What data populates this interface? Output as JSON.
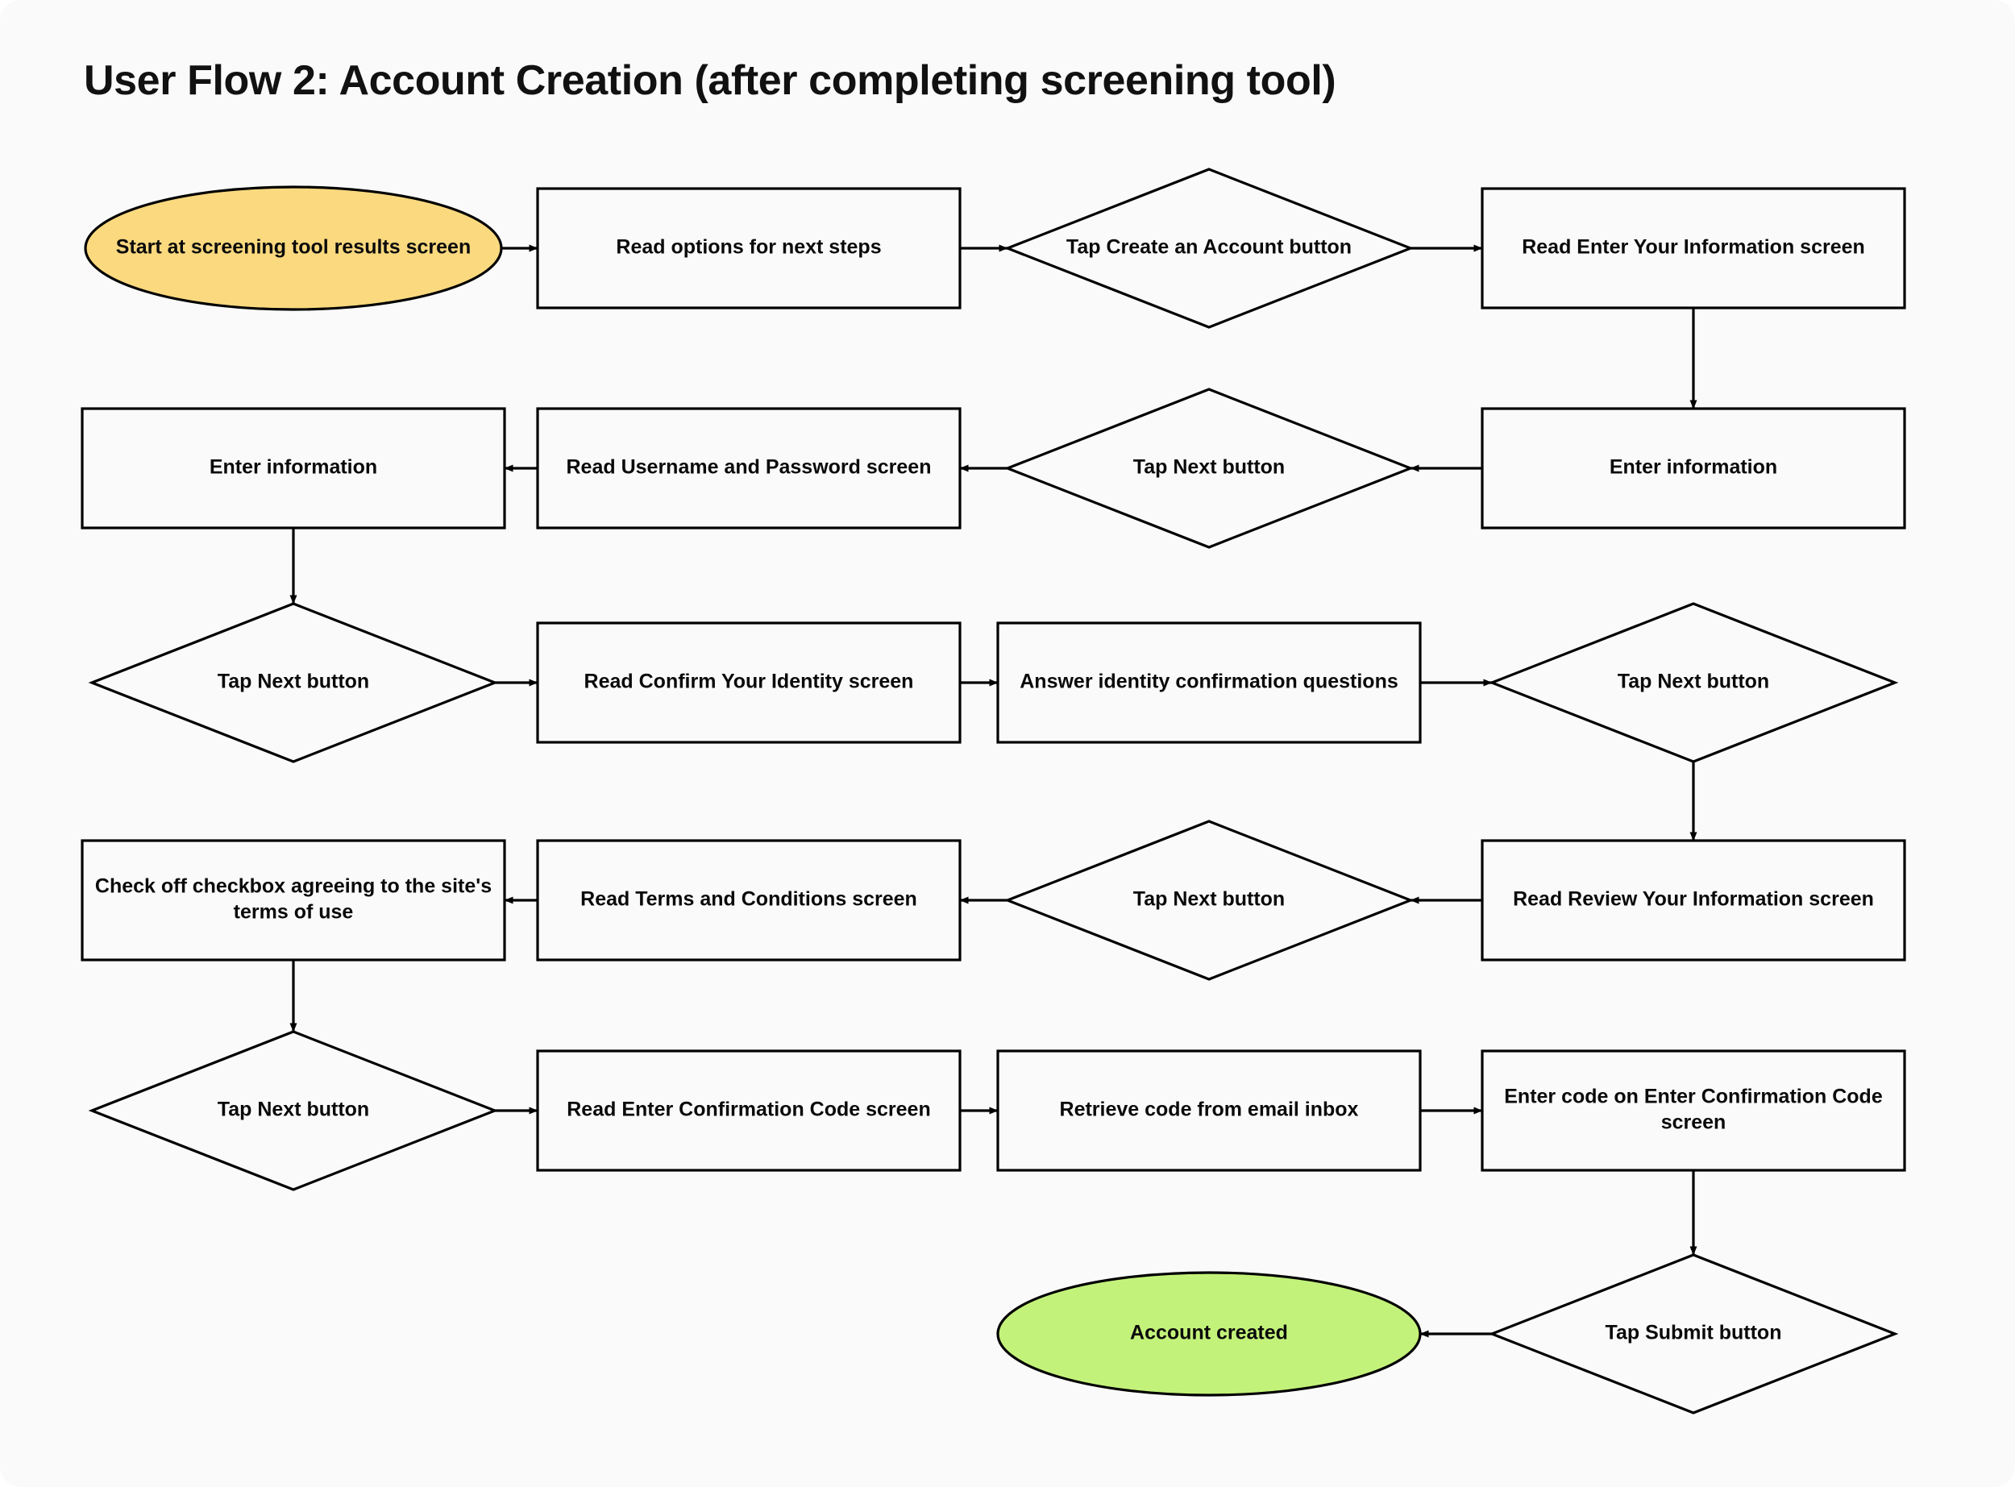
{
  "page": {
    "title": "User Flow 2: Account Creation (after completing screening tool)",
    "background_color": "#fafafa",
    "page_background_color": "#ffffff"
  },
  "colors": {
    "start_fill": "#fad97f",
    "end_fill": "#c3f27a",
    "node_fill": "#fafafa",
    "stroke": "#000000",
    "text": "#0a0a0a"
  },
  "chart_data": {
    "type": "diagram",
    "diagram_type": "flowchart",
    "title": "User Flow 2: Account Creation (after completing screening tool)",
    "direction": "boustrophedon (left-to-right, then right-to-left)",
    "node_shapes": {
      "terminator": "ellipse",
      "process": "rectangle",
      "decision": "diamond"
    },
    "nodes": [
      {
        "id": "n1",
        "label": "Start at screening tool results screen",
        "shape": "terminator",
        "fill": "#fad97f",
        "row": 1,
        "col": 1
      },
      {
        "id": "n2",
        "label": "Read options for next steps",
        "shape": "process",
        "fill": "#fafafa",
        "row": 1,
        "col": 2
      },
      {
        "id": "n3",
        "label": "Tap Create an Account button",
        "shape": "decision",
        "fill": "#fafafa",
        "row": 1,
        "col": 3
      },
      {
        "id": "n4",
        "label": "Read Enter Your Information screen",
        "shape": "process",
        "fill": "#fafafa",
        "row": 1,
        "col": 4
      },
      {
        "id": "n5",
        "label": "Enter information",
        "shape": "process",
        "fill": "#fafafa",
        "row": 2,
        "col": 4
      },
      {
        "id": "n6",
        "label": "Tap Next button",
        "shape": "decision",
        "fill": "#fafafa",
        "row": 2,
        "col": 3
      },
      {
        "id": "n7",
        "label": "Read Username and Password screen",
        "shape": "process",
        "fill": "#fafafa",
        "row": 2,
        "col": 2
      },
      {
        "id": "n8",
        "label": "Enter information",
        "shape": "process",
        "fill": "#fafafa",
        "row": 2,
        "col": 1
      },
      {
        "id": "n9",
        "label": "Tap Next button",
        "shape": "decision",
        "fill": "#fafafa",
        "row": 3,
        "col": 1
      },
      {
        "id": "n10",
        "label": "Read Confirm Your Identity screen",
        "shape": "process",
        "fill": "#fafafa",
        "row": 3,
        "col": 2
      },
      {
        "id": "n11",
        "label": "Answer identity confirmation questions",
        "shape": "process",
        "fill": "#fafafa",
        "row": 3,
        "col": 3
      },
      {
        "id": "n12",
        "label": "Tap Next button",
        "shape": "decision",
        "fill": "#fafafa",
        "row": 3,
        "col": 4
      },
      {
        "id": "n13",
        "label": "Read Review Your Information screen",
        "shape": "process",
        "fill": "#fafafa",
        "row": 4,
        "col": 4
      },
      {
        "id": "n14",
        "label": "Tap Next button",
        "shape": "decision",
        "fill": "#fafafa",
        "row": 4,
        "col": 3
      },
      {
        "id": "n15",
        "label": "Read Terms and Conditions screen",
        "shape": "process",
        "fill": "#fafafa",
        "row": 4,
        "col": 2
      },
      {
        "id": "n16",
        "label": "Check off checkbox agreeing to the site's terms of use",
        "shape": "process",
        "fill": "#fafafa",
        "row": 4,
        "col": 1,
        "lines": [
          "Check off checkbox agreeing to the site's",
          "terms of use"
        ]
      },
      {
        "id": "n17",
        "label": "Tap Next button",
        "shape": "decision",
        "fill": "#fafafa",
        "row": 5,
        "col": 1
      },
      {
        "id": "n18",
        "label": "Read Enter Confirmation Code screen",
        "shape": "process",
        "fill": "#fafafa",
        "row": 5,
        "col": 2
      },
      {
        "id": "n19",
        "label": "Retrieve code from email inbox",
        "shape": "process",
        "fill": "#fafafa",
        "row": 5,
        "col": 3
      },
      {
        "id": "n20",
        "label": "Enter code on Enter Confirmation Code screen",
        "shape": "process",
        "fill": "#fafafa",
        "row": 5,
        "col": 4,
        "lines": [
          "Enter code on Enter Confirmation Code",
          "screen"
        ]
      },
      {
        "id": "n21",
        "label": "Tap Submit button",
        "shape": "decision",
        "fill": "#fafafa",
        "row": 6,
        "col": 4
      },
      {
        "id": "n22",
        "label": "Account created",
        "shape": "terminator",
        "fill": "#c3f27a",
        "row": 6,
        "col": 3
      }
    ],
    "edges": [
      {
        "from": "n1",
        "to": "n2",
        "direction": "right"
      },
      {
        "from": "n2",
        "to": "n3",
        "direction": "right"
      },
      {
        "from": "n3",
        "to": "n4",
        "direction": "right"
      },
      {
        "from": "n4",
        "to": "n5",
        "direction": "down"
      },
      {
        "from": "n5",
        "to": "n6",
        "direction": "left"
      },
      {
        "from": "n6",
        "to": "n7",
        "direction": "left"
      },
      {
        "from": "n7",
        "to": "n8",
        "direction": "left"
      },
      {
        "from": "n8",
        "to": "n9",
        "direction": "down"
      },
      {
        "from": "n9",
        "to": "n10",
        "direction": "right"
      },
      {
        "from": "n10",
        "to": "n11",
        "direction": "right"
      },
      {
        "from": "n11",
        "to": "n12",
        "direction": "right"
      },
      {
        "from": "n12",
        "to": "n13",
        "direction": "down"
      },
      {
        "from": "n13",
        "to": "n14",
        "direction": "left"
      },
      {
        "from": "n14",
        "to": "n15",
        "direction": "left"
      },
      {
        "from": "n15",
        "to": "n16",
        "direction": "left"
      },
      {
        "from": "n16",
        "to": "n17",
        "direction": "down"
      },
      {
        "from": "n17",
        "to": "n18",
        "direction": "right"
      },
      {
        "from": "n18",
        "to": "n19",
        "direction": "right"
      },
      {
        "from": "n19",
        "to": "n20",
        "direction": "right"
      },
      {
        "from": "n20",
        "to": "n21",
        "direction": "down"
      },
      {
        "from": "n21",
        "to": "n22",
        "direction": "left"
      }
    ]
  }
}
